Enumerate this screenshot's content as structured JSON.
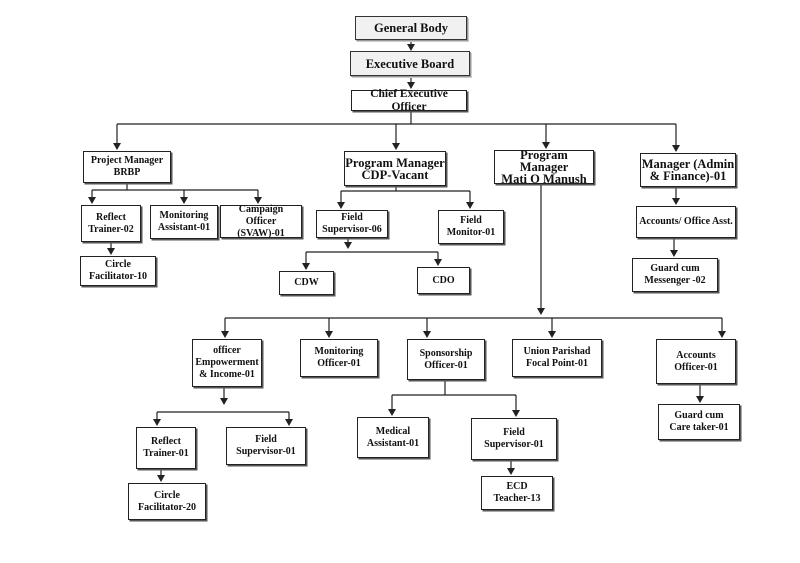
{
  "org": {
    "general_body": "General Body",
    "executive_board": "Executive Board",
    "ceo": "Chief Executive Officer",
    "pm_brbp": "Project Manager\nBRBP",
    "pm_cdp": "Program Manager\nCDP-Vacant",
    "pm_mati": "Program Manager\nMati O Manush",
    "mgr_admin": "Manager (Admin\n& Finance)-01",
    "reflect_trainer_02": "Reflect\nTrainer-02",
    "monitoring_assistant": "Monitoring\nAssistant-01",
    "campaign_officer": "Campaign\nOfficer (SVAW)-01",
    "circle_facilitator_10": "Circle\nFacilitator-10",
    "field_supervisor_06": "Field\nSupervisor-06",
    "field_monitor": "Field\nMonitor-01",
    "cdw": "CDW",
    "cdo": "CDO",
    "accounts_office_asst": "Accounts/ Office Asst.",
    "guard_messenger": "Guard cum\nMessenger -02",
    "officer_empowerment": "officer\nEmpowerment\n& Income-01",
    "monitoring_officer": "Monitoring\nOfficer-01",
    "sponsorship_officer": "Sponsorship\nOfficer-01",
    "union_parishad": "Union Parishad\nFocal Point-01",
    "accounts_officer": "Accounts\nOfficer-01",
    "reflect_trainer_01": "Reflect\nTrainer-01",
    "field_supervisor_01a": "Field\nSupervisor-01",
    "medical_assistant": "Medical\nAssistant-01",
    "field_supervisor_01b": "Field\nSupervisor-01",
    "guard_caretaker": "Guard cum\nCare taker-01",
    "circle_facilitator_20": "Circle\nFacilitator-20",
    "ecd_teacher": "ECD\nTeacher-13"
  }
}
